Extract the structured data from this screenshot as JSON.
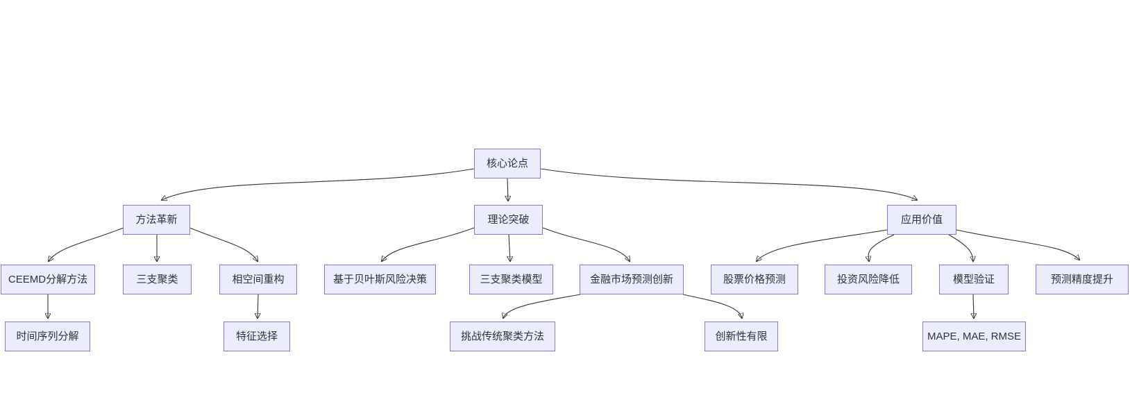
{
  "diagram": {
    "type": "flowchart-tree",
    "background": "#ffffff",
    "colors": {
      "node_fill": "#ECECFF",
      "node_border": "#9370DB",
      "edge": "#333333",
      "text": "#333333"
    },
    "nodes": [
      {
        "id": "core",
        "label": "核心论点"
      },
      {
        "id": "method",
        "label": "方法革新"
      },
      {
        "id": "theory",
        "label": "理论突破"
      },
      {
        "id": "application",
        "label": "应用价值"
      },
      {
        "id": "ceemd",
        "label": "CEEMD分解方法"
      },
      {
        "id": "threeway",
        "label": "三支聚类"
      },
      {
        "id": "phase",
        "label": "相空间重构"
      },
      {
        "id": "bayes",
        "label": "基于贝叶斯风险决策"
      },
      {
        "id": "twcmodel",
        "label": "三支聚类模型"
      },
      {
        "id": "finmarket",
        "label": "金融市场预测创新"
      },
      {
        "id": "stock",
        "label": "股票价格预测"
      },
      {
        "id": "risk",
        "label": "投资风险降低"
      },
      {
        "id": "validate",
        "label": "模型验证"
      },
      {
        "id": "precision",
        "label": "预测精度提升"
      },
      {
        "id": "tsdecomp",
        "label": "时间序列分解"
      },
      {
        "id": "feature",
        "label": "特征选择"
      },
      {
        "id": "challenge",
        "label": "挑战传统聚类方法"
      },
      {
        "id": "limited",
        "label": "创新性有限"
      },
      {
        "id": "metrics",
        "label": "MAPE, MAE, RMSE"
      }
    ],
    "edges": [
      {
        "from": "core",
        "to": "method"
      },
      {
        "from": "core",
        "to": "theory"
      },
      {
        "from": "core",
        "to": "application"
      },
      {
        "from": "method",
        "to": "ceemd"
      },
      {
        "from": "method",
        "to": "threeway"
      },
      {
        "from": "method",
        "to": "phase"
      },
      {
        "from": "theory",
        "to": "bayes"
      },
      {
        "from": "theory",
        "to": "twcmodel"
      },
      {
        "from": "theory",
        "to": "finmarket"
      },
      {
        "from": "application",
        "to": "stock"
      },
      {
        "from": "application",
        "to": "risk"
      },
      {
        "from": "application",
        "to": "validate"
      },
      {
        "from": "application",
        "to": "precision"
      },
      {
        "from": "ceemd",
        "to": "tsdecomp"
      },
      {
        "from": "phase",
        "to": "feature"
      },
      {
        "from": "finmarket",
        "to": "challenge"
      },
      {
        "from": "finmarket",
        "to": "limited"
      },
      {
        "from": "validate",
        "to": "metrics"
      }
    ]
  }
}
